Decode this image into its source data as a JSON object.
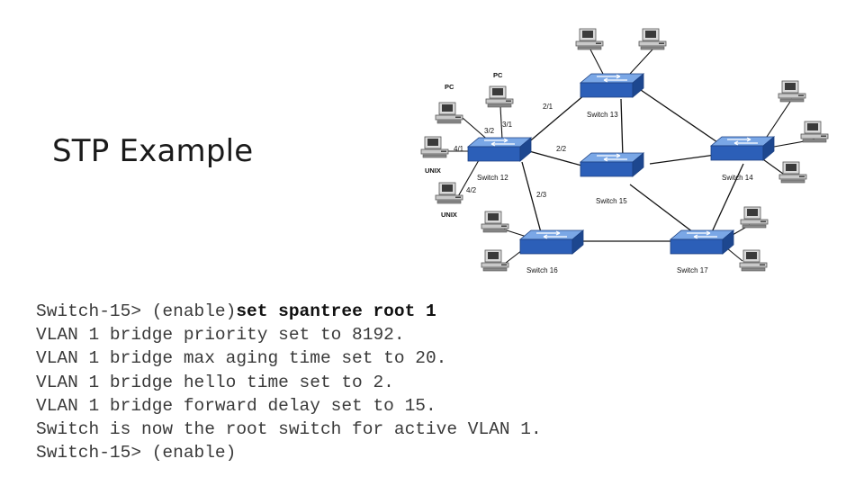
{
  "slide": {
    "title": "STP Example"
  },
  "diagram": {
    "switches": [
      {
        "id": "sw13",
        "label": "Switch 13"
      },
      {
        "id": "sw12",
        "label": "Switch 12"
      },
      {
        "id": "sw15",
        "label": "Switch 15"
      },
      {
        "id": "sw14",
        "label": "Switch 14"
      },
      {
        "id": "sw16",
        "label": "Switch 16"
      },
      {
        "id": "sw17",
        "label": "Switch 17"
      }
    ],
    "ports": [
      "2/1",
      "3/2",
      "3/1",
      "4/1",
      "2/2",
      "4/2",
      "2/3"
    ],
    "host_labels": [
      "PC",
      "PC",
      "UNIX",
      "UNIX"
    ],
    "links": [
      [
        "sw12",
        "sw13"
      ],
      [
        "sw12",
        "sw15"
      ],
      [
        "sw12",
        "sw16"
      ],
      [
        "sw13",
        "sw15"
      ],
      [
        "sw13",
        "sw14"
      ],
      [
        "sw15",
        "sw14"
      ],
      [
        "sw15",
        "sw17"
      ],
      [
        "sw14",
        "sw17"
      ],
      [
        "sw16",
        "sw17"
      ]
    ]
  },
  "console": {
    "lines": [
      {
        "prompt": "Switch-15> (enable)",
        "command": "set spantree root 1"
      },
      {
        "text": "VLAN 1 bridge priority set to 8192."
      },
      {
        "text": "VLAN 1 bridge max aging time set to 20."
      },
      {
        "text": "VLAN 1 bridge hello time set to 2."
      },
      {
        "text": "VLAN 1 bridge forward delay set to 15."
      },
      {
        "text": "Switch is now the root switch for active VLAN 1."
      },
      {
        "prompt": "Switch-15> (enable)",
        "command": ""
      }
    ]
  },
  "colors": {
    "switch_top": "#5b8fd6",
    "switch_side": "#1f4fa3",
    "pc": "#b8b8b8"
  }
}
